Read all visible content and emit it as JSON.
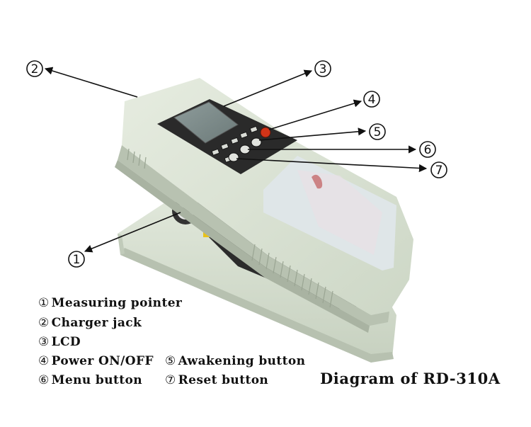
{
  "title": "Diagram of RD-310A",
  "colors": {
    "device_body": "#d9e2d3",
    "device_dark": "#2a2a2a",
    "lcd": "#7f8d8c",
    "power_button": "#d23418",
    "callout": "#111111"
  },
  "callouts": [
    {
      "num": "1",
      "part": "measuring-pointer"
    },
    {
      "num": "2",
      "part": "charger-jack"
    },
    {
      "num": "3",
      "part": "lcd"
    },
    {
      "num": "4",
      "part": "power-button"
    },
    {
      "num": "5",
      "part": "awakening-button"
    },
    {
      "num": "6",
      "part": "menu-button"
    },
    {
      "num": "7",
      "part": "reset-button"
    }
  ],
  "legend": [
    {
      "num": "①",
      "label": "Measuring pointer"
    },
    {
      "num": "②",
      "label": "Charger jack"
    },
    {
      "num": "③",
      "label": "LCD"
    },
    {
      "num": "④",
      "label": "Power ON/OFF"
    },
    {
      "num": "⑤",
      "label": "Awakening button"
    },
    {
      "num": "⑥",
      "label": "Menu button"
    },
    {
      "num": "⑦",
      "label": "Reset button"
    }
  ]
}
